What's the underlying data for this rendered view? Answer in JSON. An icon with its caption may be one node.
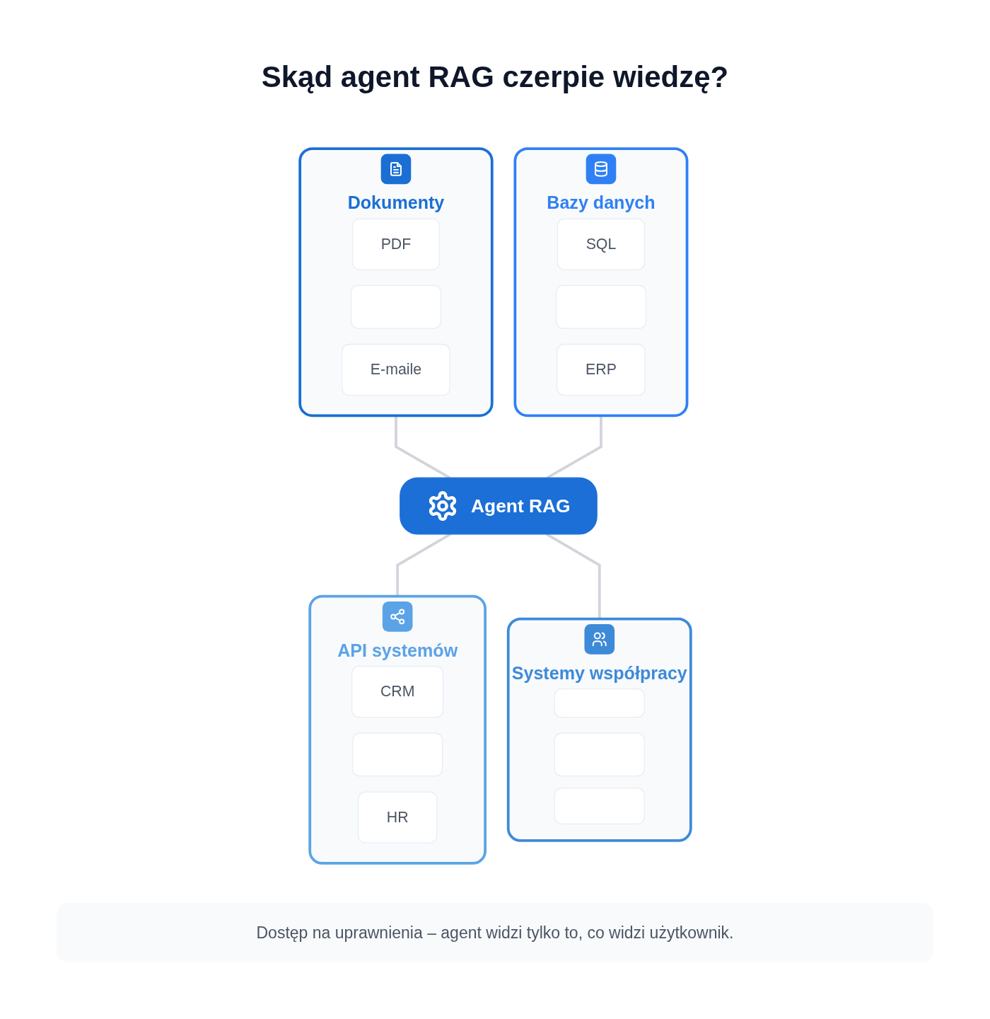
{
  "diagram": {
    "title": "Skąd agent RAG czerpie wiedzę?",
    "nodes": [
      {
        "text": [
          "Dokumenty"
        ]
      },
      {
        "text": [
          "PDF"
        ],
        "in": 0
      },
      {
        "text": [],
        "shape": "box",
        "in": 0
      },
      {
        "text": [
          "E-maile"
        ],
        "in": 0
      },
      {
        "text": [
          "Bazy danych"
        ]
      },
      {
        "text": [
          "SQL"
        ],
        "in": 4
      },
      {
        "text": [],
        "shape": "box",
        "in": 4
      },
      {
        "text": [
          "ERP"
        ],
        "in": 4
      },
      {
        "text": [
          "Agent RAG"
        ]
      },
      {
        "text": [
          "API systemów"
        ]
      },
      {
        "text": [
          "CRM"
        ],
        "in": 9
      },
      {
        "text": [],
        "shape": "box",
        "in": 9
      },
      {
        "text": [
          "HR"
        ],
        "in": 9
      },
      {
        "text": [
          "Systemy współpracy"
        ]
      },
      {
        "text": [],
        "shape": "box",
        "in": 13
      },
      {
        "text": [],
        "shape": "box",
        "in": 13
      },
      {
        "text": [],
        "shape": "box",
        "in": 13
      }
    ],
    "edges": [
      {
        "from": 0,
        "to": 8,
        "arrow": "none"
      },
      {
        "from": 4,
        "to": 8,
        "arrow": "none"
      },
      {
        "from": 8,
        "to": 9,
        "arrow": "none"
      },
      {
        "from": 8,
        "to": 13,
        "arrow": "none"
      }
    ],
    "caption": "Dostęp na uprawnienia – agent widzi tylko to, co widzi użytkownik."
  }
}
